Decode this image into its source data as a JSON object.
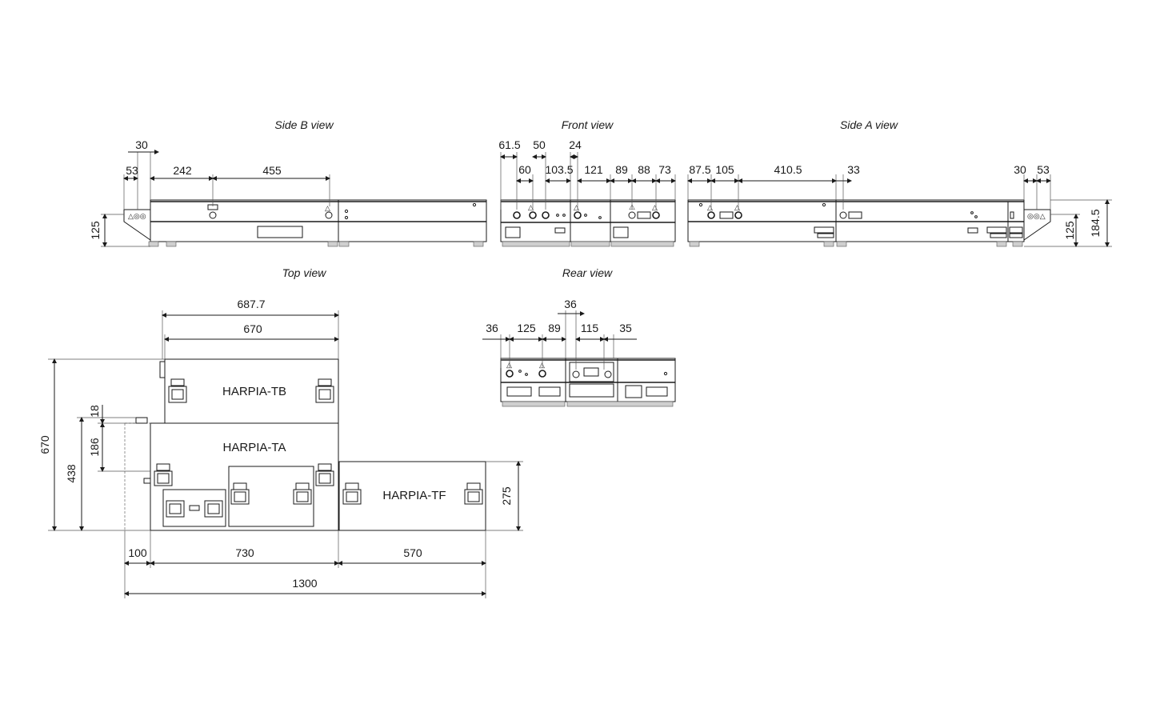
{
  "views": {
    "side_b": "Side B view",
    "front": "Front view",
    "side_a": "Side A view",
    "top": "Top view",
    "rear": "Rear view"
  },
  "modules": {
    "tb": "HARPIA-TB",
    "ta": "HARPIA-TA",
    "tf": "HARPIA-TF"
  },
  "dims": {
    "side_b": {
      "d30": "30",
      "d53": "53",
      "d242": "242",
      "d455": "455",
      "d125": "125"
    },
    "front": {
      "d61_5": "61.5",
      "d50": "50",
      "d24": "24",
      "d60": "60",
      "d103_5": "103.5",
      "d121": "121",
      "d89": "89",
      "d88": "88",
      "d73": "73"
    },
    "side_a": {
      "d87_5": "87.5",
      "d105": "105",
      "d410_5": "410.5",
      "d33": "33",
      "d30": "30",
      "d53": "53",
      "d125": "125",
      "d184_5": "184.5"
    },
    "rear": {
      "d36_top": "36",
      "d36": "36",
      "d125": "125",
      "d89": "89",
      "d115": "115",
      "d35": "35"
    },
    "top": {
      "d687_7": "687.7",
      "d670_top": "670",
      "d670_left": "670",
      "d438": "438",
      "d18": "18",
      "d186": "186",
      "d275": "275",
      "d100": "100",
      "d730": "730",
      "d570": "570",
      "d1300": "1300"
    }
  },
  "colors": {
    "line": "#1a1a1a",
    "feet": "#cfcfcf"
  }
}
